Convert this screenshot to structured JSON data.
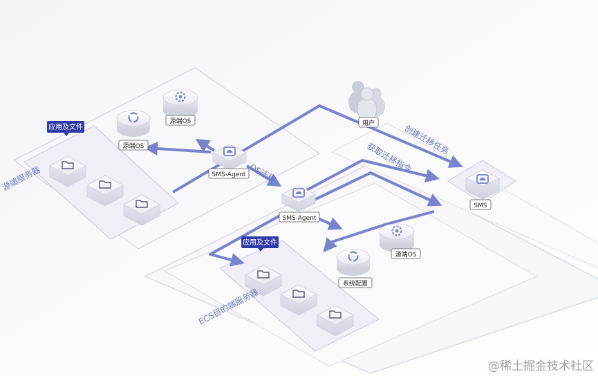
{
  "colors": {
    "accent": "#7a82cc",
    "label_bg": "#2f3aa6",
    "region_text": "#7279c0",
    "watermark": "#8d8f94",
    "top_bar": "#d9251c"
  },
  "icons": [
    "folder-icon",
    "gear-icon",
    "recycle-icon",
    "cloud-icon",
    "user-group-icon"
  ],
  "diagram": {
    "source_region_label": "源端服务器",
    "dest_region_label": "ECS目的端服务器",
    "apps_label_top": "应用及文件",
    "apps_label_bottom": "应用及文件",
    "source_os_label_a": "源端OS",
    "source_os_label_b": "源端OS",
    "agent_label_top": "SMS-Agent",
    "agent_label_bottom": "SMS-Agent",
    "os_migration_label": "OS迁移",
    "user_label": "用户",
    "create_task_label": "创建迁移任务",
    "get_command_label": "获取迁移指令",
    "sms_label": "SMS",
    "dest_os_label": "源端OS",
    "system_config_label": "系统配置"
  },
  "watermark": "@稀土掘金技术社区"
}
